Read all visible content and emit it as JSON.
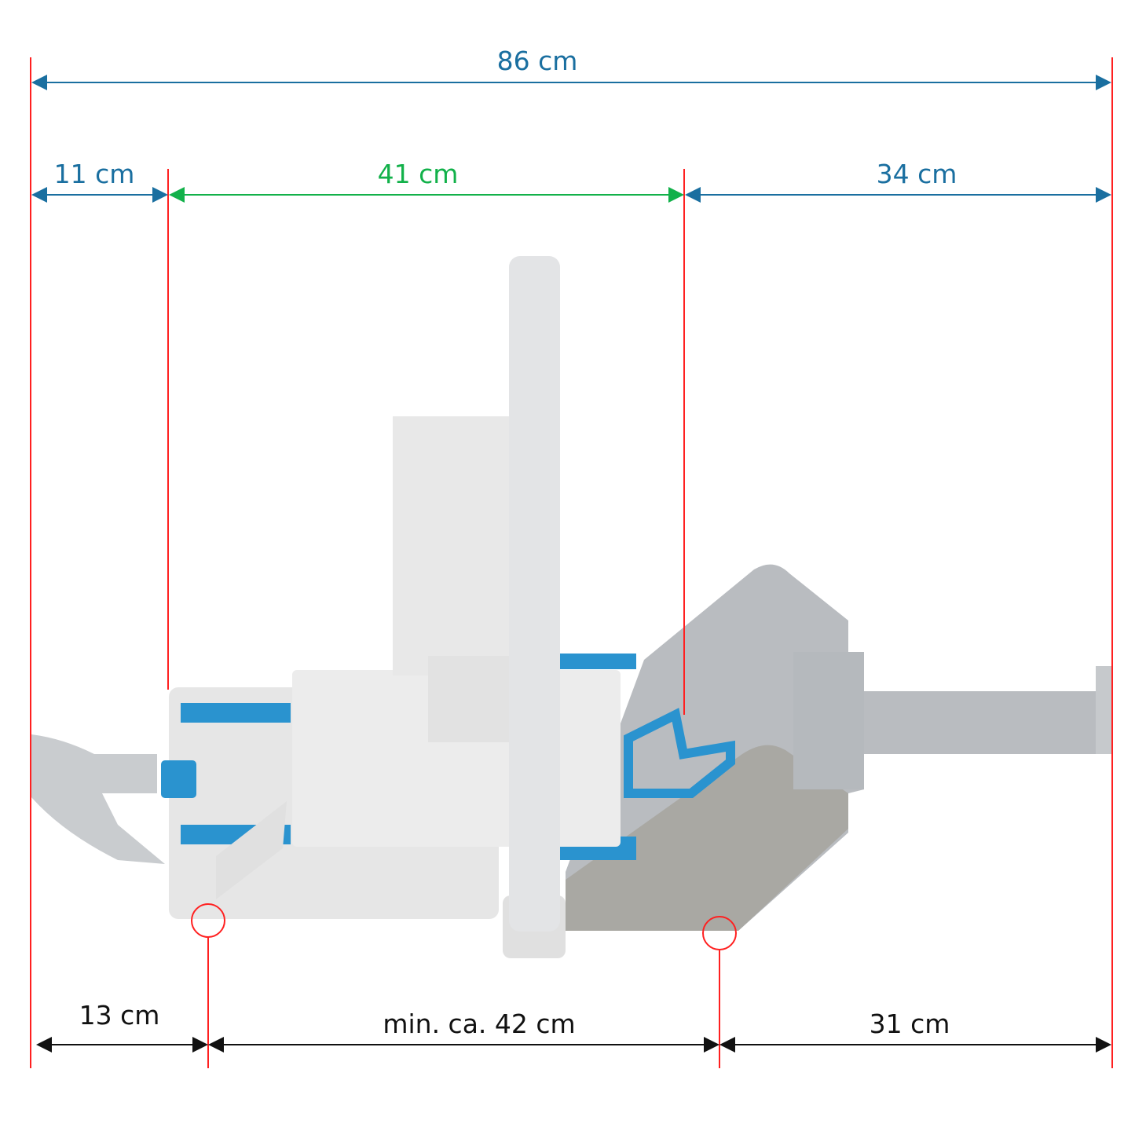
{
  "colors": {
    "blue": "#1a6fa0",
    "green": "#12b14a",
    "black": "#111111",
    "red": "#ff2020",
    "accent_part": "#2a93cf"
  },
  "dimensions": {
    "total": "86 cm",
    "top_left": "11 cm",
    "top_middle": "41 cm",
    "top_right": "34 cm",
    "bottom_left": "13 cm",
    "bottom_middle": "min. ca. 42 cm",
    "bottom_right": "31 cm"
  }
}
